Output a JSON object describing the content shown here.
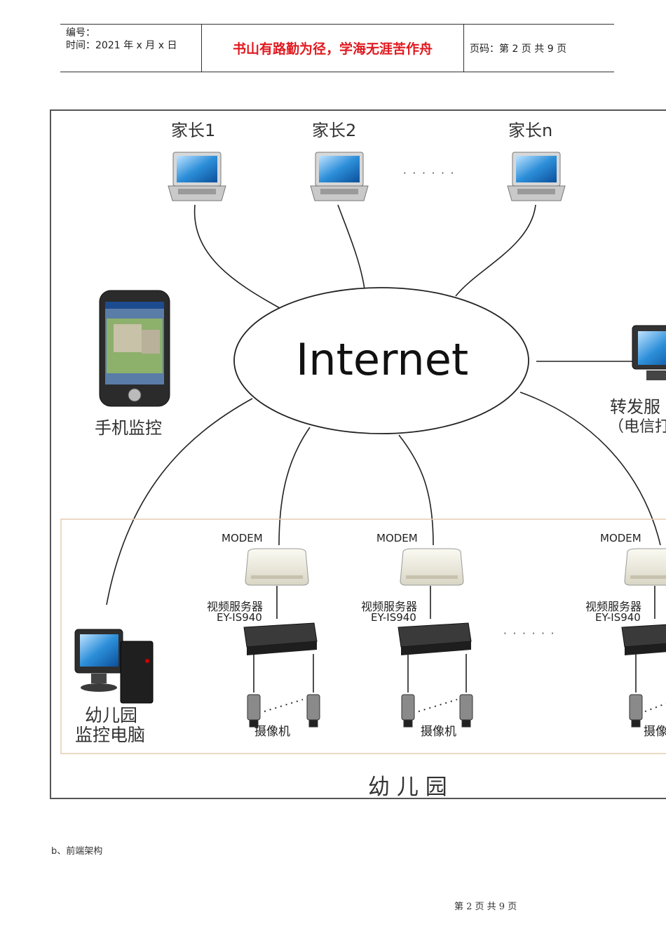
{
  "header": {
    "number_label": "编号：",
    "time_label": "时间：2021 年 x 月 x 日",
    "motto": "书山有路勤为径，学海无涯苦作舟",
    "page_label": "页码：第 2 页  共 9 页"
  },
  "diagram": {
    "parents": [
      "家长1",
      "家长2",
      "家长n"
    ],
    "ellipsis": "· · · · · ·",
    "internet": "Internet",
    "mobile": "手机监控",
    "server_line1": "转发服",
    "server_line2": "（电信打",
    "modem": "MODEM",
    "video_server": "视频服务器",
    "model": "EY-IS940",
    "camera": "摄像机",
    "kg_pc_line1": "幼儿园",
    "kg_pc_line2": "监控电脑",
    "kindergarten": "幼 儿 园"
  },
  "caption": "b、前端架构",
  "footer": "第 2 页 共 9 页"
}
